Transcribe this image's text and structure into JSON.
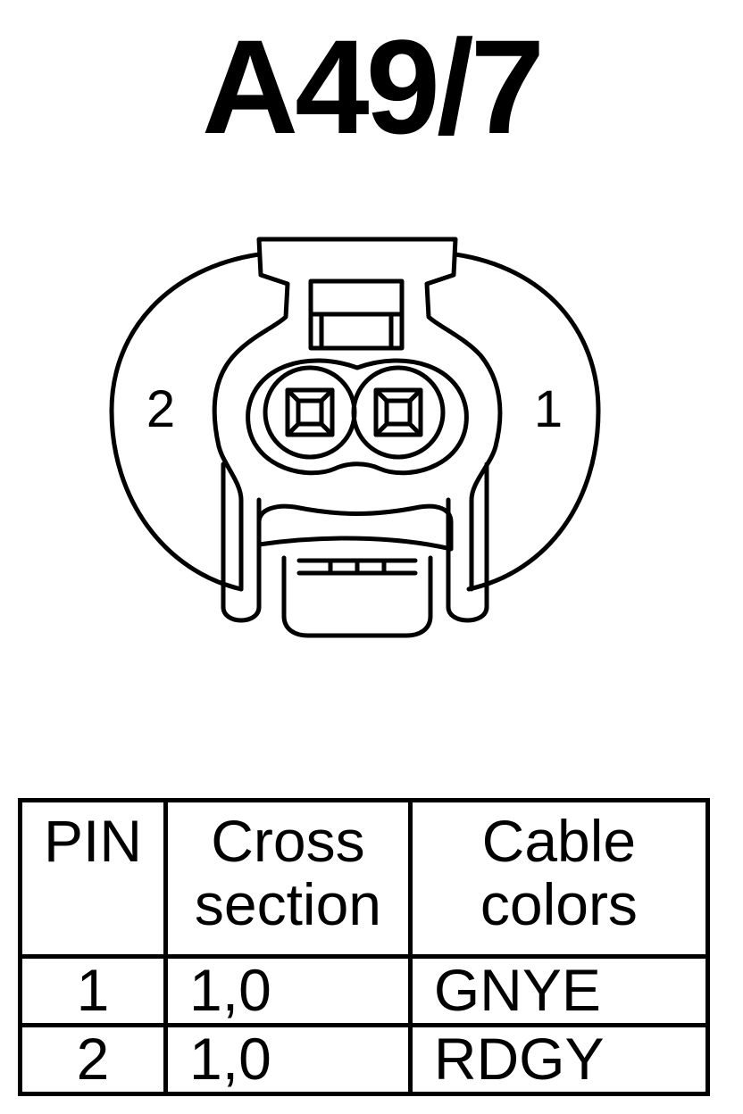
{
  "connector": {
    "id": "A49/7",
    "pin_labels": {
      "left": "2",
      "right": "1"
    }
  },
  "table": {
    "headers": {
      "pin": "PIN",
      "cross_section": [
        "Cross",
        "section"
      ],
      "cable_colors": [
        "Cable",
        "colors"
      ]
    },
    "rows": [
      {
        "pin": "1",
        "cross_section": "1,0",
        "cable_color": "GNYE"
      },
      {
        "pin": "2",
        "cross_section": "1,0",
        "cable_color": "RDGY"
      }
    ]
  },
  "colors": {
    "stroke": "#000000",
    "background": "#ffffff"
  }
}
